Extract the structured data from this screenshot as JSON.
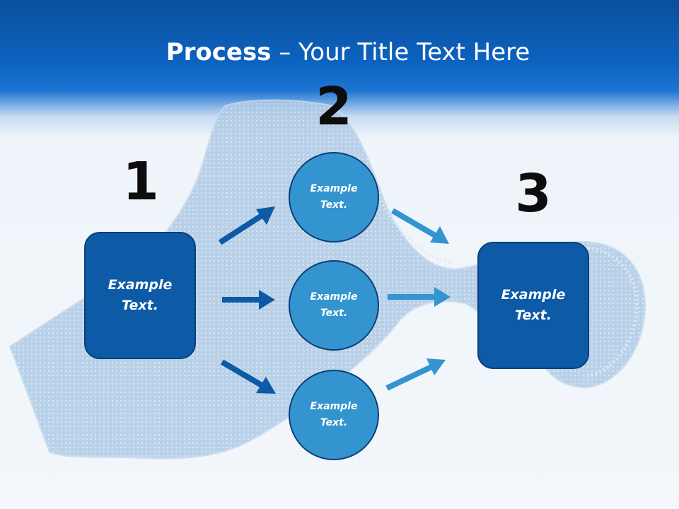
{
  "title": {
    "strong": "Process",
    "rest": " – Your Title Text Here"
  },
  "steps": {
    "one": {
      "number": "1",
      "text": "Example Text."
    },
    "two": {
      "number": "2",
      "circles": [
        {
          "text": "Example Text."
        },
        {
          "text": "Example Text."
        },
        {
          "text": "Example Text."
        }
      ]
    },
    "three": {
      "number": "3",
      "text": "Example Text."
    }
  },
  "colors": {
    "header_blue": "#0c63c0",
    "box_fill": "#0d5aa7",
    "circle_fill": "#3494d0",
    "arrow_dark": "#0d5aa7",
    "arrow_light": "#3494d0",
    "outline": "#0a3f78"
  },
  "icons": {
    "arrow": "right-arrow-icon",
    "background": "necktie-illustration"
  }
}
